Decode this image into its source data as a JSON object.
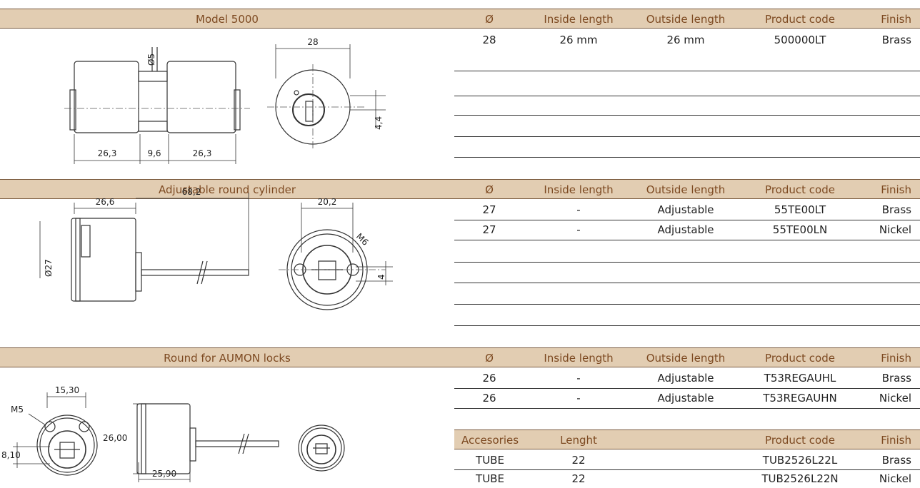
{
  "sections": [
    {
      "title": "Model 5000",
      "columns": [
        "Ø",
        "Inside length",
        "Outside length",
        "Product code",
        "Finish"
      ],
      "rows": [
        {
          "d": "28",
          "inside": "26 mm",
          "outside": "26 mm",
          "code": "500000LT",
          "finish": "Brass"
        }
      ],
      "dims": {
        "d5": "Ø5",
        "w28": "28",
        "a": "26,3",
        "b": "9,6",
        "c": "26,3",
        "h44": "4,4"
      }
    },
    {
      "title": "Adjustable round cylinder",
      "columns": [
        "Ø",
        "Inside length",
        "Outside length",
        "Product code",
        "Finish"
      ],
      "rows": [
        {
          "d": "27",
          "inside": "-",
          "outside": "Adjustable",
          "code": "55TE00LT",
          "finish": "Brass"
        },
        {
          "d": "27",
          "inside": "-",
          "outside": "Adjustable",
          "code": "55TE00LN",
          "finish": "Nickel"
        }
      ],
      "dims": {
        "len26": "26,6",
        "len68": "68,2",
        "d27": "Ø27",
        "w202": "20,2",
        "m6": "M6",
        "h4": "4"
      }
    },
    {
      "title": "Round for AUMON locks",
      "columns": [
        "Ø",
        "Inside length",
        "Outside length",
        "Product code",
        "Finish"
      ],
      "rows": [
        {
          "d": "26",
          "inside": "-",
          "outside": "Adjustable",
          "code": "T53REGAUHL",
          "finish": "Brass"
        },
        {
          "d": "26",
          "inside": "-",
          "outside": "Adjustable",
          "code": "T53REGAUHN",
          "finish": "Nickel"
        }
      ],
      "dims": {
        "w1530": "15,30",
        "m5": "M5",
        "h810": "8,10",
        "h2600": "26,00",
        "w2590": "25,90"
      }
    }
  ],
  "accessories": {
    "columns": [
      "Accesories",
      "Lenght",
      "Product code",
      "Finish"
    ],
    "rows": [
      {
        "name": "TUBE",
        "length": "22",
        "code": "TUB2526L22L",
        "finish": "Brass"
      },
      {
        "name": "TUBE",
        "length": "22",
        "code": "TUB2526L22N",
        "finish": "Nickel"
      }
    ]
  },
  "colors": {
    "header_bg": "#e2cdb2",
    "header_text": "#7d4a22",
    "rule": "#7a5a3e"
  }
}
